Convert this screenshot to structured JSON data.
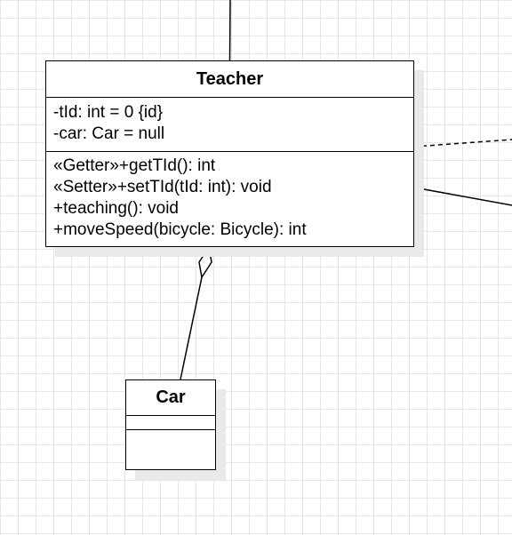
{
  "diagram": {
    "classes": [
      {
        "id": "teacher",
        "name": "Teacher",
        "attributes": [
          "-tId: int = 0 {id}",
          "-car: Car = null"
        ],
        "operations": [
          "«Getter»+getTId(): int",
          "«Setter»+setTId(tId: int): void",
          "+teaching(): void",
          "+moveSpeed(bicycle: Bicycle): int"
        ]
      },
      {
        "id": "car",
        "name": "Car",
        "attributes": [],
        "operations": []
      }
    ],
    "relations": [
      {
        "from": "teacher",
        "to": "offscreen-top",
        "kind": "association",
        "style": "solid"
      },
      {
        "from": "teacher",
        "to": "offscreen-right",
        "kind": "dependency",
        "style": "dashed"
      },
      {
        "from": "teacher",
        "to": "offscreen-right",
        "kind": "association",
        "style": "solid"
      },
      {
        "from": "car",
        "to": "teacher",
        "kind": "aggregation",
        "style": "solid",
        "end_marker": "hollow-diamond"
      }
    ],
    "colors": {
      "stroke": "#000000",
      "fill": "#ffffff",
      "shadow": "#e9e9e9",
      "grid": "#e6e6e6"
    }
  }
}
